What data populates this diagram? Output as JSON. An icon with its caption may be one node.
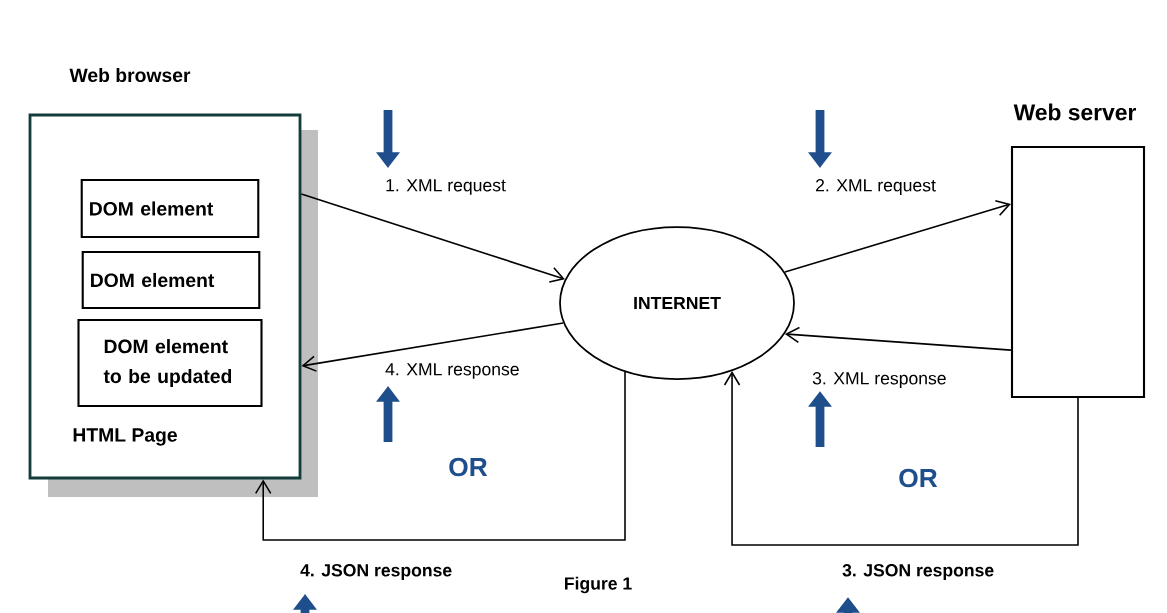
{
  "diagram": {
    "caption": "Figure 1",
    "nodes": [
      {
        "text": [
          "Web browser",
          "HTML Page"
        ]
      },
      {
        "text": [
          "DOM element"
        ],
        "in": 0
      },
      {
        "text": [
          "DOM element"
        ],
        "in": 0
      },
      {
        "text": [
          "DOM element to be updated"
        ],
        "in": 0
      },
      {
        "text": [
          "INTERNET"
        ]
      },
      {
        "text": [
          "Web server"
        ]
      }
    ],
    "edges": [
      {
        "from": 0,
        "to": 4,
        "arrow": "to",
        "label": "1. XML request"
      },
      {
        "from": 4,
        "to": 5,
        "arrow": "to",
        "label": "2. XML request"
      },
      {
        "from": 5,
        "to": 4,
        "arrow": "to",
        "label": "3. XML response"
      },
      {
        "from": 4,
        "to": 0,
        "arrow": "to",
        "label": "4. XML response"
      },
      {
        "from": 5,
        "to": 4,
        "arrow": "to",
        "label": "3. JSON response"
      },
      {
        "from": 4,
        "to": 0,
        "arrow": "to",
        "label": "4. JSON response"
      }
    ],
    "labels": [
      "OR",
      "OR"
    ]
  }
}
